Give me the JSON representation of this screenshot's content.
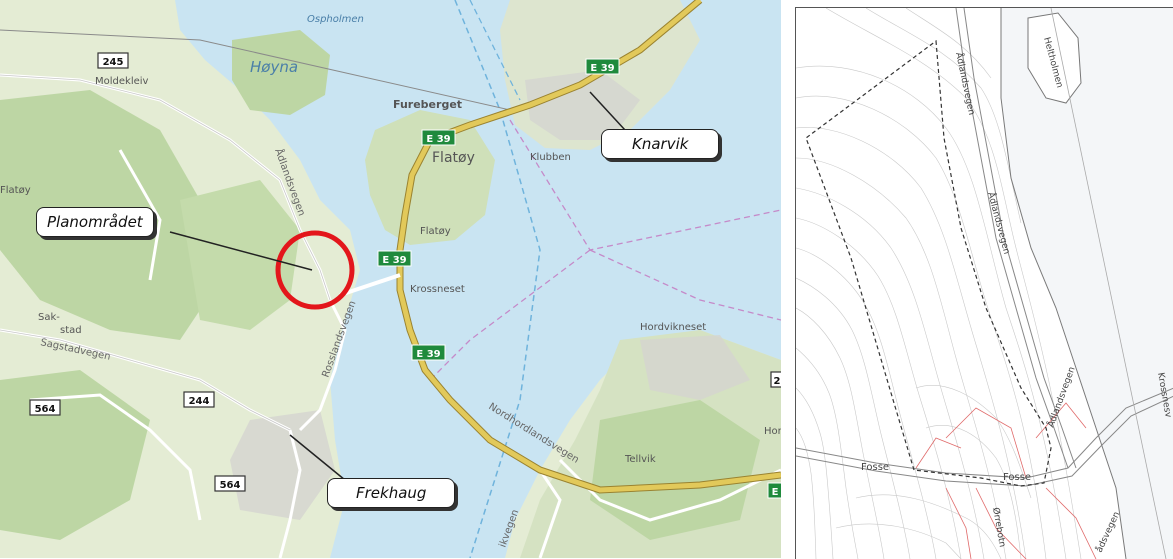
{
  "overview_map": {
    "places": {
      "ospholmen": "Ospholmen",
      "hoyna": "Høyna",
      "moldekleiv": "Moldekleiv",
      "fureberget": "Fureberget",
      "flatoy_main": "Flatøy",
      "flatoy_small": "Flatøy",
      "klubben": "Klubben",
      "krossneset": "Krossneset",
      "hordvikneset": "Hordvikneset",
      "flatoy_west": "Flatøy",
      "sak": "Sak-",
      "stad": "stad",
      "tellvik": "Tellvik",
      "hor": "Hor"
    },
    "roads": {
      "adlandsvegen": "Ådlandsvegen",
      "rosslandsvegen": "Rosslandsvegen",
      "sagstadvegen": "Sagstadvegen",
      "nordhordlandsvegen": "Nordhordlandsvegen",
      "ikvegen": "ikvegen"
    },
    "shields": {
      "e39": "E 39",
      "r245": "245",
      "r564": "564",
      "r244": "244",
      "r2": "2",
      "e_edge": "E"
    },
    "callouts": {
      "planomradet": "Planområdet",
      "knarvik": "Knarvik",
      "frekhaug": "Frekhaug"
    },
    "colors": {
      "water": "#c9e4f2",
      "land": "#e4ecd4",
      "forest": "#bdd6a4",
      "road_main": "#e2c95a",
      "shield_green": "#1f8a3c",
      "marker_red": "#e3161b"
    }
  },
  "detail_map": {
    "places": {
      "heltholmen": "Heltholmen",
      "fosse_left": "Fosse",
      "fosse_right": "Fosse",
      "orrebotn": "Ørrebotn",
      "krossnesvegen": "Krossnesv"
    },
    "roads": {
      "adlandsvegen_top": "Ådlandsvegen",
      "adlandsvegen_mid": "Ådlandsvegen",
      "adlandsvegen_low": "Ådlandsvegen",
      "adlandsvegen_bottom": "ådsvegen"
    }
  }
}
